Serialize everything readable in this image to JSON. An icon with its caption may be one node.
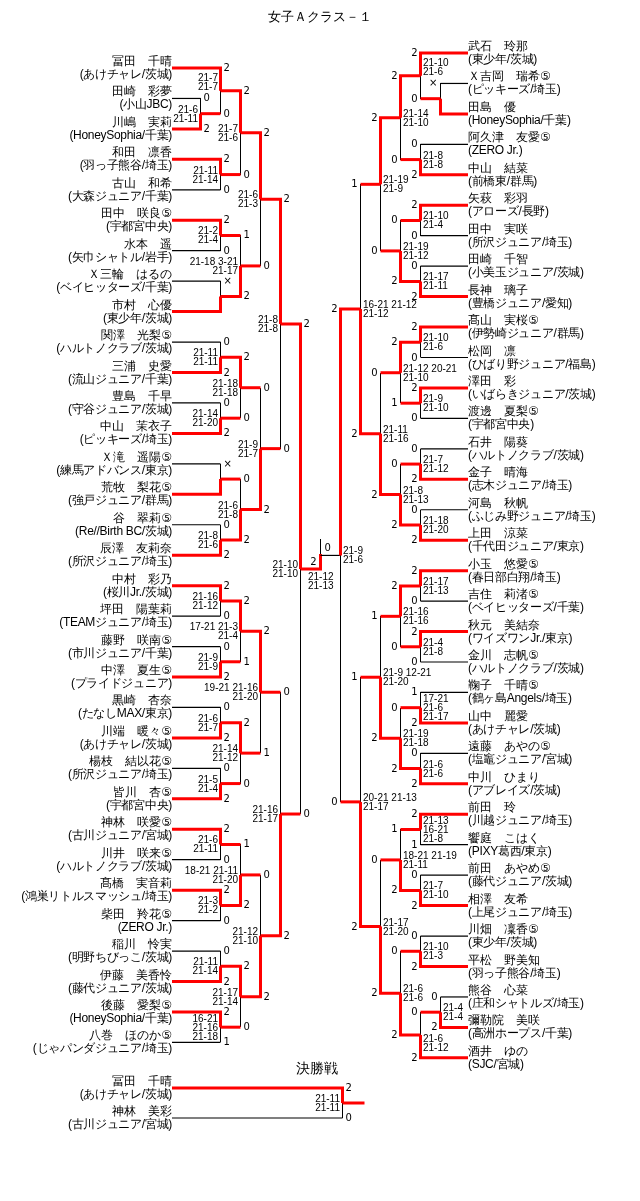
{
  "diagram": {
    "title": "女子Ａクラス－１",
    "nodes": [
      {
        "text": [
          "冨田　千晴",
          "(あけチャレ/茨城)"
        ]
      },
      {
        "text": [
          "田崎　彩夢",
          "(小山JBC)"
        ]
      },
      {
        "text": [
          "川嶋　実莉",
          "(HoneySophia/千葉)"
        ]
      },
      {
        "text": [
          "和田　凛香",
          "(羽っ子熊谷/埼玉)"
        ]
      },
      {
        "text": [
          "古山　和希",
          "(大森ジュニア/千葉)"
        ]
      },
      {
        "text": [
          "田中　咲良⑤",
          "(宇都宮中央)"
        ]
      },
      {
        "text": [
          "水本　遥",
          "(矢巾シャトル/岩手)"
        ]
      },
      {
        "text": [
          "Ｘ三輪　はるの",
          "(ベイヒッターズ/千葉)"
        ]
      },
      {
        "text": [
          "市村　心優",
          "(東少年/茨城)"
        ]
      },
      {
        "text": [
          "関澤　光梨⑤",
          "(ハルトノクラブ/茨城)"
        ]
      },
      {
        "text": [
          "三浦　史愛",
          "(流山ジュニア/千葉)"
        ]
      },
      {
        "text": [
          "豊島　千早",
          "(守谷ジュニア/茨城)"
        ]
      },
      {
        "text": [
          "中山　茉衣子",
          "(ピッキーズ/埼玉)"
        ]
      },
      {
        "text": [
          "Ｘ滝　遥陽⑤",
          "(練馬アドバンス/東京)"
        ]
      },
      {
        "text": [
          "荒牧　梨花⑤",
          "(強戸ジュニア/群馬)"
        ]
      },
      {
        "text": [
          "谷　翠莉⑤",
          "(Re//Birth BC/茨城)"
        ]
      },
      {
        "text": [
          "辰澤　友莉奈",
          "(所沢ジュニア/埼玉)"
        ]
      },
      {
        "text": [
          "中村　彩乃",
          "(桜川Jr./茨城)"
        ]
      },
      {
        "text": [
          "坪田　陽葉莉",
          "(TEAMジュニア/埼玉)"
        ]
      },
      {
        "text": [
          "藤野　咲南⑤",
          "(市川ジュニア/千葉)"
        ]
      },
      {
        "text": [
          "中澤　夏生⑤",
          "(プライドジュニア)"
        ]
      },
      {
        "text": [
          "黒崎　杏奈",
          "(たなしMAX/東京)"
        ]
      },
      {
        "text": [
          "川端　暖々⑤",
          "(あけチャレ/茨城)"
        ]
      },
      {
        "text": [
          "楊枝　結以花⑤",
          "(所沢ジュニア/埼玉)"
        ]
      },
      {
        "text": [
          "皆川　杏⑤",
          "(宇都宮中央)"
        ]
      },
      {
        "text": [
          "神林　咲愛⑤",
          "(古川ジュニア/宮城)"
        ]
      },
      {
        "text": [
          "川井　咲来⑤",
          "(ハルトノクラブ/茨城)"
        ]
      },
      {
        "text": [
          "髙橋　実音莉",
          "(鴻巣リトルスマッシュ/埼玉)"
        ]
      },
      {
        "text": [
          "柴田　羚花⑤",
          "(ZERO Jr.)"
        ]
      },
      {
        "text": [
          "稲川　怜実",
          "(明野ちびっこ/茨城)"
        ]
      },
      {
        "text": [
          "伊藤　美香怜",
          "(藤代ジュニア/茨城)"
        ]
      },
      {
        "text": [
          "後藤　愛梨⑤",
          "(HoneySophia/千葉)"
        ]
      },
      {
        "text": [
          "八巻　ほのか⑤",
          "(じゃパンダジュニア/埼玉)"
        ]
      },
      {
        "text": [
          "武石　玲那",
          "(東少年/茨城)"
        ]
      },
      {
        "text": [
          "Ｘ吉岡　瑞希⑤",
          "(ピッキーズ/埼玉)"
        ]
      },
      {
        "text": [
          "田島　優",
          "(HoneySophia/千葉)"
        ]
      },
      {
        "text": [
          "阿久津　友愛⑤",
          "(ZERO Jr.)"
        ]
      },
      {
        "text": [
          "中山　結菜",
          "(前橋東/群馬)"
        ]
      },
      {
        "text": [
          "矢萩　彩羽",
          "(アローズ/長野)"
        ]
      },
      {
        "text": [
          "田中　実咲",
          "(所沢ジュニア/埼玉)"
        ]
      },
      {
        "text": [
          "田崎　千智",
          "(小美玉ジュニア/茨城)"
        ]
      },
      {
        "text": [
          "長神　璃子",
          "(豊橋ジュニア/愛知)"
        ]
      },
      {
        "text": [
          "髙山　実桜⑤",
          "(伊勢崎ジュニア/群馬)"
        ]
      },
      {
        "text": [
          "松岡　凛",
          "(ひばり野ジュニア/福島)"
        ]
      },
      {
        "text": [
          "澤田　彩",
          "(いばらきジュニア/茨城)"
        ]
      },
      {
        "text": [
          "渡邊　夏梨⑤",
          "(宇都宮中央)"
        ]
      },
      {
        "text": [
          "石井　陽葵",
          "(ハルトノクラブ/茨城)"
        ]
      },
      {
        "text": [
          "金子　晴海",
          "(志木ジュニア/埼玉)"
        ]
      },
      {
        "text": [
          "河島　秋帆",
          "(ふじみ野ジュニア/埼玉)"
        ]
      },
      {
        "text": [
          "上田　涼菜",
          "(千代田ジュニア/東京)"
        ]
      },
      {
        "text": [
          "小玉　悠愛⑤",
          "(春日部白翔/埼玉)"
        ]
      },
      {
        "text": [
          "吉住　莉渚⑤",
          "(ベイヒッターズ/千葉)"
        ]
      },
      {
        "text": [
          "秋元　美結奈",
          "(ワイズワンJr./東京)"
        ]
      },
      {
        "text": [
          "金川　志帆⑤",
          "(ハルトノクラブ/茨城)"
        ]
      },
      {
        "text": [
          "鞠子　千晴⑤",
          "(鶴ヶ島Angels/埼玉)"
        ]
      },
      {
        "text": [
          "山中　麗愛",
          "(あけチャレ/茨城)"
        ]
      },
      {
        "text": [
          "遠藤　あやの⑤",
          "(塩竈ジュニア/宮城)"
        ]
      },
      {
        "text": [
          "中川　ひまり",
          "(アブレイズ/茨城)"
        ]
      },
      {
        "text": [
          "前田　玲",
          "(川越ジュニア/埼玉)"
        ]
      },
      {
        "text": [
          "饗庭　こはく",
          "(PIXY葛西/東京)"
        ]
      },
      {
        "text": [
          "前田　あやめ⑤",
          "(藤代ジュニア/茨城)"
        ]
      },
      {
        "text": [
          "相澤　友希",
          "(上尾ジュニア/埼玉)"
        ]
      },
      {
        "text": [
          "川畑　凜香⑤",
          "(東少年/茨城)"
        ]
      },
      {
        "text": [
          "平松　野美知",
          "(羽っ子熊谷/埼玉)"
        ]
      },
      {
        "text": [
          "熊谷　心菜",
          "(庄和シャトルズ/埼玉)"
        ]
      },
      {
        "text": [
          "彌勒院　美咲",
          "(高洲ホープス/千葉)"
        ]
      },
      {
        "text": [
          "酒井　ゆの",
          "(SJC/宮城)"
        ]
      },
      {
        "text": [
          "冨田　千晴",
          "(あけチャレ/茨城)"
        ]
      },
      {
        "text": [
          "神林　美彩",
          "(古川ジュニア/宮城)"
        ]
      },
      {
        "text": [],
        "shape": "bar",
        "beside": [
          "21-6",
          "21-11"
        ]
      },
      {
        "text": [],
        "shape": "bar",
        "beside": [
          "21-7",
          "21-7"
        ]
      },
      {
        "text": [],
        "shape": "bar",
        "beside": [
          "21-11",
          "21-14"
        ]
      },
      {
        "text": [],
        "shape": "bar",
        "beside": [
          "21-7",
          "21-6"
        ]
      },
      {
        "text": [],
        "shape": "bar",
        "beside": [
          "21-2",
          "21-4"
        ]
      },
      {
        "text": [],
        "shape": "bar"
      },
      {
        "text": [],
        "shape": "bar",
        "beside": [
          "21-18",
          "3-21",
          "21-17"
        ]
      },
      {
        "text": [],
        "shape": "bar",
        "beside": [
          "21-6",
          "21-3"
        ]
      },
      {
        "text": [],
        "shape": "bar",
        "beside": [
          "21-11",
          "21-11"
        ]
      },
      {
        "text": [],
        "shape": "bar",
        "beside": [
          "21-14",
          "21-20"
        ]
      },
      {
        "text": [],
        "shape": "bar",
        "beside": [
          "21-18",
          "21-18"
        ]
      },
      {
        "text": [],
        "shape": "bar"
      },
      {
        "text": [],
        "shape": "bar",
        "beside": [
          "21-8",
          "21-6"
        ]
      },
      {
        "text": [],
        "shape": "bar",
        "beside": [
          "21-6",
          "21-8"
        ]
      },
      {
        "text": [],
        "shape": "bar",
        "beside": [
          "21-9",
          "21-7"
        ]
      },
      {
        "text": [],
        "shape": "bar",
        "beside": [
          "21-8",
          "21-8"
        ]
      },
      {
        "text": [],
        "shape": "bar",
        "beside": [
          "21-16",
          "21-12"
        ]
      },
      {
        "text": [],
        "shape": "bar",
        "beside": [
          "21-9",
          "21-9"
        ]
      },
      {
        "text": [],
        "shape": "bar",
        "beside": [
          "17-21",
          "21-3",
          "21-4"
        ]
      },
      {
        "text": [],
        "shape": "bar",
        "beside": [
          "21-6",
          "21-7"
        ]
      },
      {
        "text": [],
        "shape": "bar",
        "beside": [
          "21-5",
          "21-4"
        ]
      },
      {
        "text": [],
        "shape": "bar",
        "beside": [
          "21-14",
          "21-12"
        ]
      },
      {
        "text": [],
        "shape": "bar",
        "beside": [
          "19-21",
          "21-16",
          "21-20"
        ]
      },
      {
        "text": [],
        "shape": "bar",
        "beside": [
          "21-6",
          "21-11"
        ]
      },
      {
        "text": [],
        "shape": "bar",
        "beside": [
          "21-3",
          "21-2"
        ]
      },
      {
        "text": [],
        "shape": "bar",
        "beside": [
          "18-21",
          "21-11",
          "21-20"
        ]
      },
      {
        "text": [],
        "shape": "bar",
        "beside": [
          "21-11",
          "21-14"
        ]
      },
      {
        "text": [],
        "shape": "bar",
        "beside": [
          "16-21",
          "21-16",
          "21-18"
        ]
      },
      {
        "text": [],
        "shape": "bar",
        "beside": [
          "21-17",
          "21-14"
        ]
      },
      {
        "text": [],
        "shape": "bar",
        "beside": [
          "21-12",
          "21-10"
        ]
      },
      {
        "text": [],
        "shape": "bar",
        "beside": [
          "21-16",
          "21-17"
        ]
      },
      {
        "text": [],
        "shape": "bar",
        "beside": [
          "21-10",
          "21-10"
        ]
      },
      {
        "text": [],
        "shape": "bar",
        "beside": [
          "21-12",
          "21-13"
        ]
      },
      {
        "text": [],
        "shape": "bar"
      },
      {
        "text": [],
        "shape": "bar",
        "beside": [
          "21-10",
          "21-6"
        ]
      },
      {
        "text": [],
        "shape": "bar",
        "beside": [
          "21-8",
          "21-8"
        ]
      },
      {
        "text": [],
        "shape": "bar",
        "beside": [
          "21-14",
          "21-10"
        ]
      },
      {
        "text": [],
        "shape": "bar",
        "beside": [
          "21-10",
          "21-4"
        ]
      },
      {
        "text": [],
        "shape": "bar",
        "beside": [
          "21-17",
          "21-11"
        ]
      },
      {
        "text": [],
        "shape": "bar",
        "beside": [
          "21-19",
          "21-12"
        ]
      },
      {
        "text": [],
        "shape": "bar",
        "beside": [
          "21-19",
          "21-9"
        ]
      },
      {
        "text": [],
        "shape": "bar",
        "beside": [
          "21-10",
          "21-6"
        ]
      },
      {
        "text": [],
        "shape": "bar",
        "beside": [
          "21-9",
          "21-10"
        ]
      },
      {
        "text": [],
        "shape": "bar",
        "beside": [
          "21-12",
          "20-21",
          "21-10"
        ]
      },
      {
        "text": [],
        "shape": "bar",
        "beside": [
          "21-7",
          "21-12"
        ]
      },
      {
        "text": [],
        "shape": "bar",
        "beside": [
          "21-18",
          "21-20"
        ]
      },
      {
        "text": [],
        "shape": "bar",
        "beside": [
          "21-8",
          "21-13"
        ]
      },
      {
        "text": [],
        "shape": "bar",
        "beside": [
          "21-11",
          "21-16"
        ]
      },
      {
        "text": [],
        "shape": "bar",
        "beside": [
          "16-21",
          "21-12",
          "21-12"
        ]
      },
      {
        "text": [],
        "shape": "bar",
        "beside": [
          "21-17",
          "21-13"
        ]
      },
      {
        "text": [],
        "shape": "bar",
        "beside": [
          "21-4",
          "21-8"
        ]
      },
      {
        "text": [],
        "shape": "bar",
        "beside": [
          "21-16",
          "21-16"
        ]
      },
      {
        "text": [],
        "shape": "bar",
        "beside": [
          "17-21",
          "21-6",
          "21-17"
        ]
      },
      {
        "text": [],
        "shape": "bar",
        "beside": [
          "21-6",
          "21-6"
        ]
      },
      {
        "text": [],
        "shape": "bar",
        "beside": [
          "21-19",
          "21-18"
        ]
      },
      {
        "text": [],
        "shape": "bar",
        "beside": [
          "21-9",
          "12-21",
          "21-20"
        ]
      },
      {
        "text": [],
        "shape": "bar",
        "beside": [
          "21-13",
          "16-21",
          "21-8"
        ]
      },
      {
        "text": [],
        "shape": "bar",
        "beside": [
          "21-7",
          "21-10"
        ]
      },
      {
        "text": [],
        "shape": "bar",
        "beside": [
          "18-21",
          "21-19",
          "21-11"
        ]
      },
      {
        "text": [],
        "shape": "bar",
        "beside": [
          "21-10",
          "21-3"
        ]
      },
      {
        "text": [],
        "shape": "bar",
        "beside": [
          "21-4",
          "21-4"
        ]
      },
      {
        "text": [],
        "shape": "bar",
        "beside": [
          "21-6",
          "21-12"
        ]
      },
      {
        "text": [],
        "shape": "bar",
        "beside": [
          "21-6",
          "21-6"
        ]
      },
      {
        "text": [],
        "shape": "bar",
        "beside": [
          "21-17",
          "21-20"
        ]
      },
      {
        "text": [],
        "shape": "bar",
        "beside": [
          "20-21",
          "21-13",
          "21-17"
        ]
      },
      {
        "text": [],
        "shape": "bar",
        "beside": [
          "21-9",
          "21-6"
        ]
      },
      {
        "text": [],
        "shape": "bar",
        "beside": [
          "21-11",
          "21-11"
        ]
      }
    ],
    "edges": [
      {
        "from": 1,
        "to": 69,
        "arrow": "none",
        "label": "0",
        "color": "#000000"
      },
      {
        "from": 2,
        "to": 69,
        "arrow": "none",
        "label": "2"
      },
      {
        "from": 0,
        "to": 70,
        "arrow": "none",
        "label": "2"
      },
      {
        "from": 69,
        "to": 70,
        "arrow": "none",
        "label": "0"
      },
      {
        "from": 3,
        "to": 71,
        "arrow": "none",
        "label": "2"
      },
      {
        "from": 4,
        "to": 71,
        "arrow": "none",
        "label": "0",
        "color": "#000000"
      },
      {
        "from": 70,
        "to": 72,
        "arrow": "none",
        "label": "2"
      },
      {
        "from": 71,
        "to": 72,
        "arrow": "none",
        "label": "0"
      },
      {
        "from": 5,
        "to": 73,
        "arrow": "none",
        "label": "2"
      },
      {
        "from": 6,
        "to": 73,
        "arrow": "none",
        "label": "0",
        "color": "#000000"
      },
      {
        "from": 7,
        "to": 74,
        "arrow": "none",
        "label": "×",
        "color": "#000000"
      },
      {
        "from": 8,
        "to": 74,
        "arrow": "none"
      },
      {
        "from": 73,
        "to": 75,
        "arrow": "none",
        "label": "1"
      },
      {
        "from": 74,
        "to": 75,
        "arrow": "none",
        "label": "2"
      },
      {
        "from": 72,
        "to": 76,
        "arrow": "none",
        "label": "2"
      },
      {
        "from": 75,
        "to": 76,
        "arrow": "none",
        "label": "0"
      },
      {
        "from": 9,
        "to": 77,
        "arrow": "none",
        "label": "0",
        "color": "#000000"
      },
      {
        "from": 10,
        "to": 77,
        "arrow": "none",
        "label": "2"
      },
      {
        "from": 11,
        "to": 78,
        "arrow": "none",
        "label": "0",
        "color": "#000000"
      },
      {
        "from": 12,
        "to": 78,
        "arrow": "none",
        "label": "2"
      },
      {
        "from": 77,
        "to": 79,
        "arrow": "none",
        "label": "2"
      },
      {
        "from": 78,
        "to": 79,
        "arrow": "none",
        "label": "0"
      },
      {
        "from": 13,
        "to": 80,
        "arrow": "none",
        "label": "×",
        "color": "#000000"
      },
      {
        "from": 14,
        "to": 80,
        "arrow": "none"
      },
      {
        "from": 15,
        "to": 81,
        "arrow": "none",
        "label": "0",
        "color": "#000000"
      },
      {
        "from": 16,
        "to": 81,
        "arrow": "none",
        "label": "2"
      },
      {
        "from": 80,
        "to": 82,
        "arrow": "none",
        "label": "0"
      },
      {
        "from": 81,
        "to": 82,
        "arrow": "none",
        "label": "2"
      },
      {
        "from": 79,
        "to": 83,
        "arrow": "none",
        "label": "0"
      },
      {
        "from": 82,
        "to": 83,
        "arrow": "none",
        "label": "2"
      },
      {
        "from": 76,
        "to": 84,
        "arrow": "none",
        "label": "2"
      },
      {
        "from": 83,
        "to": 84,
        "arrow": "none",
        "label": "0"
      },
      {
        "from": 17,
        "to": 85,
        "arrow": "none",
        "label": "2"
      },
      {
        "from": 18,
        "to": 85,
        "arrow": "none",
        "label": "0",
        "color": "#000000"
      },
      {
        "from": 19,
        "to": 86,
        "arrow": "none",
        "label": "0",
        "color": "#000000"
      },
      {
        "from": 20,
        "to": 86,
        "arrow": "none",
        "label": "2"
      },
      {
        "from": 85,
        "to": 87,
        "arrow": "none",
        "label": "2"
      },
      {
        "from": 86,
        "to": 87,
        "arrow": "none",
        "label": "1"
      },
      {
        "from": 21,
        "to": 88,
        "arrow": "none",
        "label": "0",
        "color": "#000000"
      },
      {
        "from": 22,
        "to": 88,
        "arrow": "none",
        "label": "2"
      },
      {
        "from": 23,
        "to": 89,
        "arrow": "none",
        "label": "0",
        "color": "#000000"
      },
      {
        "from": 24,
        "to": 89,
        "arrow": "none",
        "label": "2"
      },
      {
        "from": 88,
        "to": 90,
        "arrow": "none",
        "label": "2"
      },
      {
        "from": 89,
        "to": 90,
        "arrow": "none",
        "label": "0"
      },
      {
        "from": 87,
        "to": 91,
        "arrow": "none",
        "label": "2"
      },
      {
        "from": 90,
        "to": 91,
        "arrow": "none",
        "label": "1"
      },
      {
        "from": 25,
        "to": 92,
        "arrow": "none",
        "label": "2"
      },
      {
        "from": 26,
        "to": 92,
        "arrow": "none",
        "label": "0",
        "color": "#000000"
      },
      {
        "from": 27,
        "to": 93,
        "arrow": "none",
        "label": "2"
      },
      {
        "from": 28,
        "to": 93,
        "arrow": "none",
        "label": "0",
        "color": "#000000"
      },
      {
        "from": 92,
        "to": 94,
        "arrow": "none",
        "label": "1"
      },
      {
        "from": 93,
        "to": 94,
        "arrow": "none",
        "label": "2"
      },
      {
        "from": 29,
        "to": 95,
        "arrow": "none",
        "label": "0",
        "color": "#000000"
      },
      {
        "from": 30,
        "to": 95,
        "arrow": "none",
        "label": "2"
      },
      {
        "from": 31,
        "to": 96,
        "arrow": "none",
        "label": "2"
      },
      {
        "from": 32,
        "to": 96,
        "arrow": "none",
        "label": "1",
        "color": "#000000"
      },
      {
        "from": 95,
        "to": 97,
        "arrow": "none",
        "label": "2"
      },
      {
        "from": 96,
        "to": 97,
        "arrow": "none",
        "label": "0"
      },
      {
        "from": 94,
        "to": 98,
        "arrow": "none",
        "label": "0"
      },
      {
        "from": 97,
        "to": 98,
        "arrow": "none",
        "label": "2"
      },
      {
        "from": 91,
        "to": 99,
        "arrow": "none",
        "label": "0"
      },
      {
        "from": 98,
        "to": 99,
        "arrow": "none",
        "label": "2"
      },
      {
        "from": 84,
        "to": 100,
        "arrow": "none",
        "label": "2"
      },
      {
        "from": 99,
        "to": 100,
        "arrow": "none",
        "label": "0"
      },
      {
        "from": 100,
        "to": 101,
        "arrow": "none",
        "label": "2"
      },
      {
        "from": 134,
        "to": 101,
        "arrow": "none",
        "label": "0",
        "color": "#000000"
      },
      {
        "from": 34,
        "to": 102,
        "arrow": "none",
        "label": "×",
        "color": "#000000"
      },
      {
        "from": 35,
        "to": 102,
        "arrow": "none"
      },
      {
        "from": 33,
        "to": 103,
        "arrow": "none",
        "label": "2"
      },
      {
        "from": 102,
        "to": 103,
        "arrow": "none",
        "label": "0"
      },
      {
        "from": 36,
        "to": 104,
        "arrow": "none",
        "label": "0",
        "color": "#000000"
      },
      {
        "from": 37,
        "to": 104,
        "arrow": "none",
        "label": "2"
      },
      {
        "from": 103,
        "to": 105,
        "arrow": "none",
        "label": "2"
      },
      {
        "from": 104,
        "to": 105,
        "arrow": "none",
        "label": "0"
      },
      {
        "from": 38,
        "to": 106,
        "arrow": "none",
        "label": "2"
      },
      {
        "from": 39,
        "to": 106,
        "arrow": "none",
        "label": "0",
        "color": "#000000"
      },
      {
        "from": 40,
        "to": 107,
        "arrow": "none",
        "label": "0",
        "color": "#000000"
      },
      {
        "from": 41,
        "to": 107,
        "arrow": "none",
        "label": "2"
      },
      {
        "from": 106,
        "to": 108,
        "arrow": "none",
        "label": "0"
      },
      {
        "from": 107,
        "to": 108,
        "arrow": "none",
        "label": "2"
      },
      {
        "from": 105,
        "to": 109,
        "arrow": "none",
        "label": "2"
      },
      {
        "from": 108,
        "to": 109,
        "arrow": "none",
        "label": "0"
      },
      {
        "from": 42,
        "to": 110,
        "arrow": "none",
        "label": "2"
      },
      {
        "from": 43,
        "to": 110,
        "arrow": "none",
        "label": "0",
        "color": "#000000"
      },
      {
        "from": 44,
        "to": 111,
        "arrow": "none",
        "label": "2"
      },
      {
        "from": 45,
        "to": 111,
        "arrow": "none",
        "label": "0",
        "color": "#000000"
      },
      {
        "from": 110,
        "to": 112,
        "arrow": "none",
        "label": "2"
      },
      {
        "from": 111,
        "to": 112,
        "arrow": "none",
        "label": "1"
      },
      {
        "from": 46,
        "to": 113,
        "arrow": "none",
        "label": "0",
        "color": "#000000"
      },
      {
        "from": 47,
        "to": 113,
        "arrow": "none",
        "label": "2"
      },
      {
        "from": 48,
        "to": 114,
        "arrow": "none",
        "label": "0",
        "color": "#000000"
      },
      {
        "from": 49,
        "to": 114,
        "arrow": "none",
        "label": "2"
      },
      {
        "from": 113,
        "to": 115,
        "arrow": "none",
        "label": "0"
      },
      {
        "from": 114,
        "to": 115,
        "arrow": "none",
        "label": "2"
      },
      {
        "from": 112,
        "to": 116,
        "arrow": "none",
        "label": "0"
      },
      {
        "from": 115,
        "to": 116,
        "arrow": "none",
        "label": "2"
      },
      {
        "from": 109,
        "to": 117,
        "arrow": "none",
        "label": "1"
      },
      {
        "from": 116,
        "to": 117,
        "arrow": "none",
        "label": "2"
      },
      {
        "from": 50,
        "to": 118,
        "arrow": "none",
        "label": "2"
      },
      {
        "from": 51,
        "to": 118,
        "arrow": "none",
        "label": "0",
        "color": "#000000"
      },
      {
        "from": 52,
        "to": 119,
        "arrow": "none",
        "label": "2"
      },
      {
        "from": 53,
        "to": 119,
        "arrow": "none",
        "label": "0",
        "color": "#000000"
      },
      {
        "from": 118,
        "to": 120,
        "arrow": "none",
        "label": "2"
      },
      {
        "from": 119,
        "to": 120,
        "arrow": "none",
        "label": "0"
      },
      {
        "from": 54,
        "to": 121,
        "arrow": "none",
        "label": "1",
        "color": "#000000"
      },
      {
        "from": 55,
        "to": 121,
        "arrow": "none",
        "label": "2"
      },
      {
        "from": 56,
        "to": 122,
        "arrow": "none",
        "label": "0",
        "color": "#000000"
      },
      {
        "from": 57,
        "to": 122,
        "arrow": "none",
        "label": "2"
      },
      {
        "from": 121,
        "to": 123,
        "arrow": "none",
        "label": "0"
      },
      {
        "from": 122,
        "to": 123,
        "arrow": "none",
        "label": "2"
      },
      {
        "from": 120,
        "to": 124,
        "arrow": "none",
        "label": "1"
      },
      {
        "from": 123,
        "to": 124,
        "arrow": "none",
        "label": "2"
      },
      {
        "from": 58,
        "to": 125,
        "arrow": "none",
        "label": "2"
      },
      {
        "from": 59,
        "to": 125,
        "arrow": "none",
        "label": "1",
        "color": "#000000"
      },
      {
        "from": 60,
        "to": 126,
        "arrow": "none",
        "label": "0",
        "color": "#000000"
      },
      {
        "from": 61,
        "to": 126,
        "arrow": "none",
        "label": "2"
      },
      {
        "from": 125,
        "to": 127,
        "arrow": "none",
        "label": "1"
      },
      {
        "from": 126,
        "to": 127,
        "arrow": "none",
        "label": "2"
      },
      {
        "from": 62,
        "to": 128,
        "arrow": "none",
        "label": "0",
        "color": "#000000"
      },
      {
        "from": 63,
        "to": 128,
        "arrow": "none",
        "label": "2"
      },
      {
        "from": 64,
        "to": 129,
        "arrow": "none",
        "label": "0",
        "color": "#000000"
      },
      {
        "from": 65,
        "to": 129,
        "arrow": "none",
        "label": "2"
      },
      {
        "from": 129,
        "to": 130,
        "arrow": "none",
        "label": "0"
      },
      {
        "from": 66,
        "to": 130,
        "arrow": "none",
        "label": "2"
      },
      {
        "from": 128,
        "to": 131,
        "arrow": "none",
        "label": "0"
      },
      {
        "from": 130,
        "to": 131,
        "arrow": "none",
        "label": "2"
      },
      {
        "from": 127,
        "to": 132,
        "arrow": "none",
        "label": "0"
      },
      {
        "from": 131,
        "to": 132,
        "arrow": "none",
        "label": "2"
      },
      {
        "from": 124,
        "to": 133,
        "arrow": "none",
        "label": "1"
      },
      {
        "from": 132,
        "to": 133,
        "arrow": "none",
        "label": "2"
      },
      {
        "from": 117,
        "to": 134,
        "arrow": "none",
        "label": "2"
      },
      {
        "from": 133,
        "to": 134,
        "arrow": "none",
        "label": "0"
      },
      {
        "from": 67,
        "to": 135,
        "arrow": "none",
        "label": "2"
      },
      {
        "from": 68,
        "to": 135,
        "arrow": "none",
        "label": "0",
        "color": "#000000"
      },
      {
        "from": 135,
        "to": null,
        "arrow": "none"
      }
    ],
    "labels": [
      "決勝戦"
    ]
  }
}
